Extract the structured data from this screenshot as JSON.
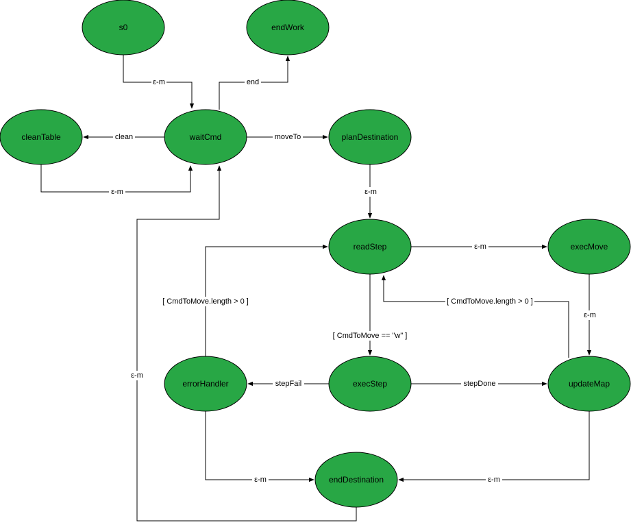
{
  "diagram": {
    "colors": {
      "node_fill": "#28a745",
      "node_stroke": "#000000",
      "edge": "#000000",
      "background": "#ffffff"
    },
    "nodes": {
      "s0": "s0",
      "endWork": "endWork",
      "cleanTable": "cleanTable",
      "waitCmd": "waitCmd",
      "planDestination": "planDestination",
      "readStep": "readStep",
      "execMove": "execMove",
      "errorHandler": "errorHandler",
      "execStep": "execStep",
      "updateMap": "updateMap",
      "endDestination": "endDestination"
    },
    "edges": {
      "s0_waitCmd": "ε-m",
      "waitCmd_endWork": "end",
      "waitCmd_cleanTable": "clean",
      "waitCmd_planDestination": "moveTo",
      "cleanTable_waitCmd": "ε-m",
      "planDestination_readStep": "ε-m",
      "readStep_execMove": "ε-m",
      "execMove_updateMap": "ε-m",
      "updateMap_readStep": "[ CmdToMove.length > 0 ]",
      "readStep_execStep": "[ CmdToMove == \"w\" ]",
      "execStep_errorHandler": "stepFail",
      "execStep_updateMap": "stepDone",
      "errorHandler_readStep": "[ CmdToMove.length > 0 ]",
      "errorHandler_endDestination": "ε-m",
      "updateMap_endDestination": "ε-m",
      "endDestination_waitCmd": "ε-m"
    }
  }
}
